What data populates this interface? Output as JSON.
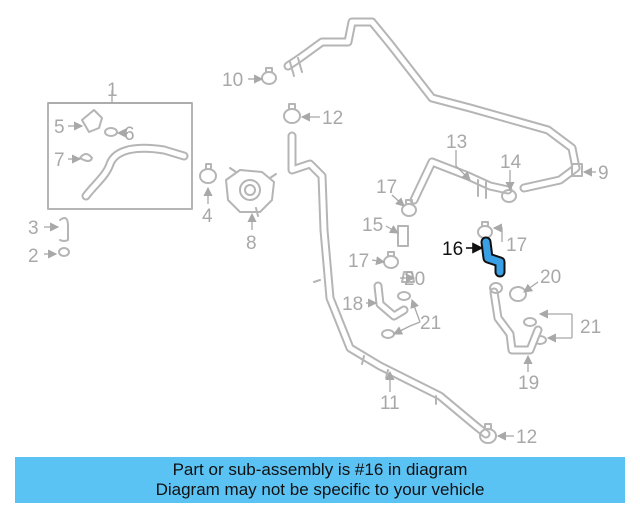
{
  "callouts": {
    "c1": "1",
    "c2": "2",
    "c3": "3",
    "c4": "4",
    "c5": "5",
    "c6": "6",
    "c7": "7",
    "c8": "8",
    "c9": "9",
    "c10": "10",
    "c11": "11",
    "c12a": "12",
    "c12b": "12",
    "c13": "13",
    "c14": "14",
    "c15": "15",
    "c16": "16",
    "c17a": "17",
    "c17b": "17",
    "c17c": "17",
    "c18": "18",
    "c19": "19",
    "c20a": "20",
    "c20b": "20",
    "c21a": "21",
    "c21b": "21"
  },
  "highlight": {
    "part": "16",
    "color": "#3aa0e6"
  },
  "banner": {
    "line1": "Part or sub-assembly is #16 in diagram",
    "line2": "Diagram may not be specific to your vehicle",
    "background": "#5bc2f4"
  }
}
